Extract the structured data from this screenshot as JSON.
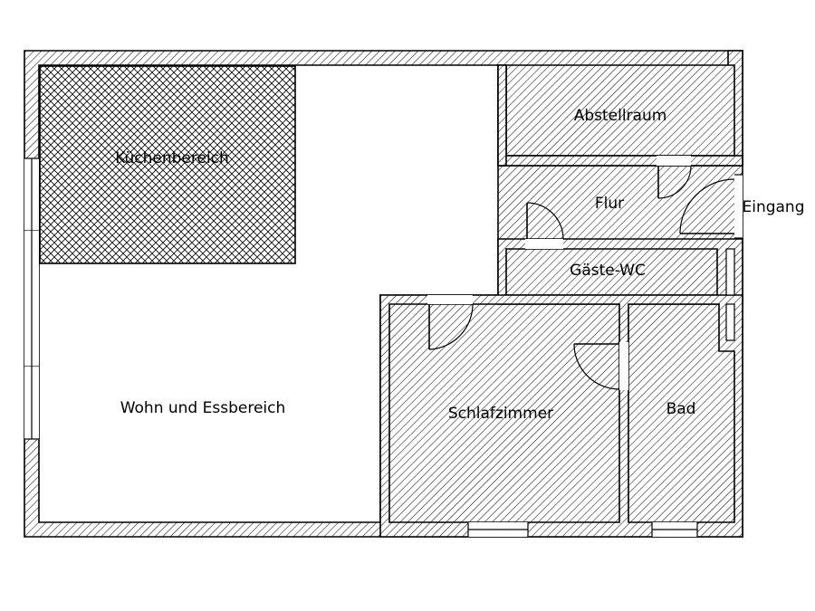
{
  "floor_plan": {
    "rooms": {
      "kitchen": "Küchenbereich",
      "living": "Wohn und Essbereich",
      "storage": "Abstellraum",
      "hallway": "Flur",
      "entrance": "Eingang",
      "guest_wc": "Gäste-WC",
      "bedroom": "Schlafzimmer",
      "bath": "Bad"
    },
    "colors": {
      "line": "#000000",
      "background": "#ffffff"
    }
  }
}
